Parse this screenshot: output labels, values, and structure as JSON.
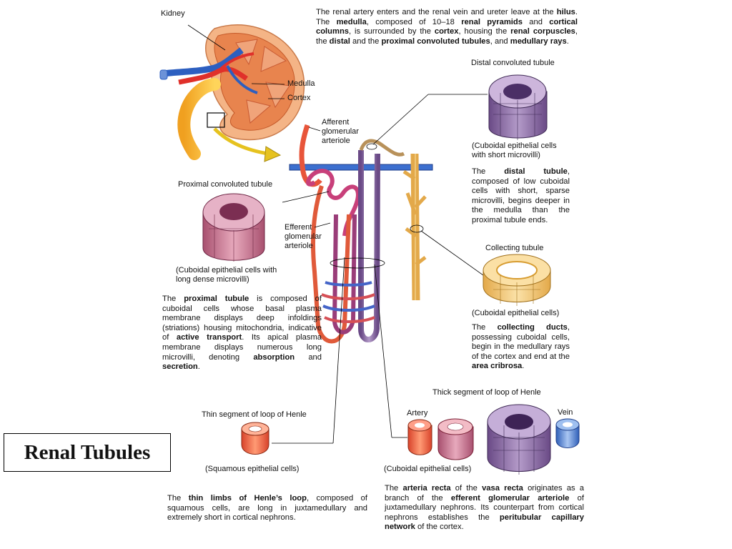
{
  "title": "Renal Tubules",
  "labels": {
    "kidney": "Kidney",
    "medulla": "Medulla",
    "cortex": "Cortex",
    "afferent": [
      "Afferent",
      "glomerular",
      "arteriole"
    ],
    "efferent": [
      "Efferent",
      "glomerular",
      "arteriole"
    ],
    "distal_tubule": "Distal convoluted tubule",
    "distal_cells": [
      "(Cuboidal epithelial cells",
      "with short microvilli)"
    ],
    "proximal_tubule": "Proximal convoluted tubule",
    "proximal_cells": [
      "(Cuboidal epithelial cells with",
      "long dense microvilli)"
    ],
    "collecting_tubule": "Collecting tubule",
    "collecting_cells": "(Cuboidal epithelial cells)",
    "thick_loop": "Thick segment of loop of Henle",
    "artery": "Artery",
    "vein": "Vein",
    "thin_loop": "Thin segment of loop of Henle",
    "squamous_cells": "(Squamous epithelial cells)",
    "cuboidal_cells_bottom": "(Cuboidal epithelial cells)"
  },
  "paragraphs": {
    "intro": [
      {
        "t": "The renal artery enters and the renal vein and ureter leave at the "
      },
      {
        "t": "hilus",
        "b": true
      },
      {
        "t": ". The "
      },
      {
        "t": "medulla",
        "b": true
      },
      {
        "t": ", composed of 10–18 "
      },
      {
        "t": "renal pyramids",
        "b": true
      },
      {
        "t": " and "
      },
      {
        "t": "cortical columns",
        "b": true
      },
      {
        "t": ", is surrounded by the "
      },
      {
        "t": "cortex",
        "b": true
      },
      {
        "t": ", housing the "
      },
      {
        "t": "renal corpuscles",
        "b": true
      },
      {
        "t": ", the "
      },
      {
        "t": "distal",
        "b": true
      },
      {
        "t": " and the "
      },
      {
        "t": "proximal convoluted tubules",
        "b": true
      },
      {
        "t": ", and "
      },
      {
        "t": "medullary rays",
        "b": true
      },
      {
        "t": "."
      }
    ],
    "distal": [
      {
        "t": "The "
      },
      {
        "t": "distal tubule",
        "b": true
      },
      {
        "t": ", composed of low cuboidal cells with short, sparse microvilli, begins deeper in the medulla than the proximal tubule ends."
      }
    ],
    "proximal": [
      {
        "t": "The "
      },
      {
        "t": "proximal tubule",
        "b": true
      },
      {
        "t": " is composed of cuboidal cells whose basal plasma membrane displays deep infoldings (striations) housing mitochondria, indicative of "
      },
      {
        "t": "active transport",
        "b": true
      },
      {
        "t": ". Its apical plasma membrane displays numerous long microvilli, denoting "
      },
      {
        "t": "absorption",
        "b": true
      },
      {
        "t": " and "
      },
      {
        "t": "secretion",
        "b": true
      },
      {
        "t": "."
      }
    ],
    "collecting": [
      {
        "t": "The "
      },
      {
        "t": "collecting ducts",
        "b": true
      },
      {
        "t": ", possessing cuboidal cells, begin in the medullary rays of the cortex and end at the "
      },
      {
        "t": "area cribrosa",
        "b": true
      },
      {
        "t": "."
      }
    ],
    "thin": [
      {
        "t": "The "
      },
      {
        "t": "thin limbs of Henle’s loop",
        "b": true
      },
      {
        "t": ", composed of squamous cells, are long in juxtamedullary and extremely short in cortical nephrons."
      }
    ],
    "arteria": [
      {
        "t": "The "
      },
      {
        "t": "arteria recta",
        "b": true
      },
      {
        "t": " of the "
      },
      {
        "t": "vasa recta",
        "b": true
      },
      {
        "t": " originates as a branch of the "
      },
      {
        "t": "efferent glomerular arteriole",
        "b": true
      },
      {
        "t": " of juxtamedullary nephrons. Its counterpart from cortical nephrons establishes the "
      },
      {
        "t": "peritubular capillary network",
        "b": true
      },
      {
        "t": " of the cortex."
      }
    ]
  }
}
